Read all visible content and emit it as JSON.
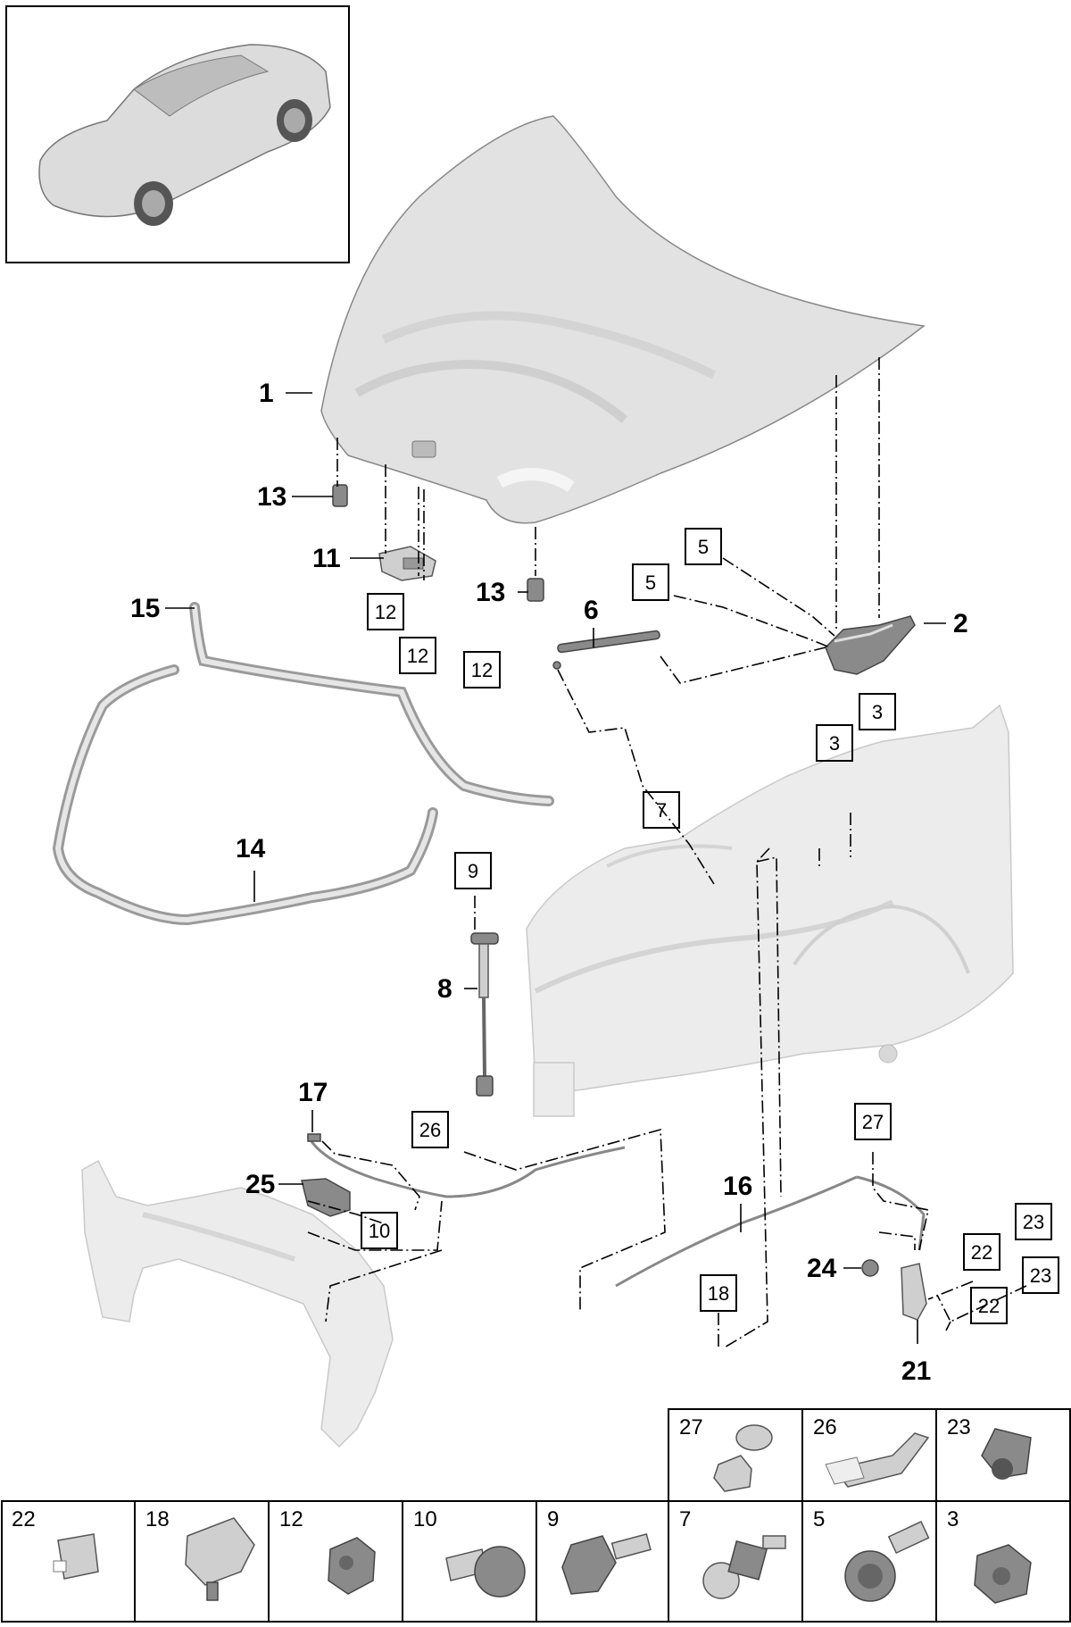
{
  "callouts": {
    "c1": "1",
    "c2": "2",
    "c6": "6",
    "c8": "8",
    "c11": "11",
    "c13a": "13",
    "c13b": "13",
    "c14": "14",
    "c15": "15",
    "c16": "16",
    "c17": "17",
    "c21": "21",
    "c24": "24",
    "c25": "25"
  },
  "boxed": {
    "b5a": "5",
    "b5b": "5",
    "b3a": "3",
    "b3b": "3",
    "b12a": "12",
    "b12b": "12",
    "b12c": "12",
    "b7": "7",
    "b9": "9",
    "b26": "26",
    "b10": "10",
    "b27": "27",
    "b18": "18",
    "b23a": "23",
    "b23b": "23",
    "b22a": "22",
    "b22b": "22"
  },
  "legend": {
    "top_row": [
      "27",
      "26",
      "23"
    ],
    "bottom_row": [
      "22",
      "18",
      "12",
      "10",
      "9",
      "7",
      "5",
      "3"
    ]
  }
}
